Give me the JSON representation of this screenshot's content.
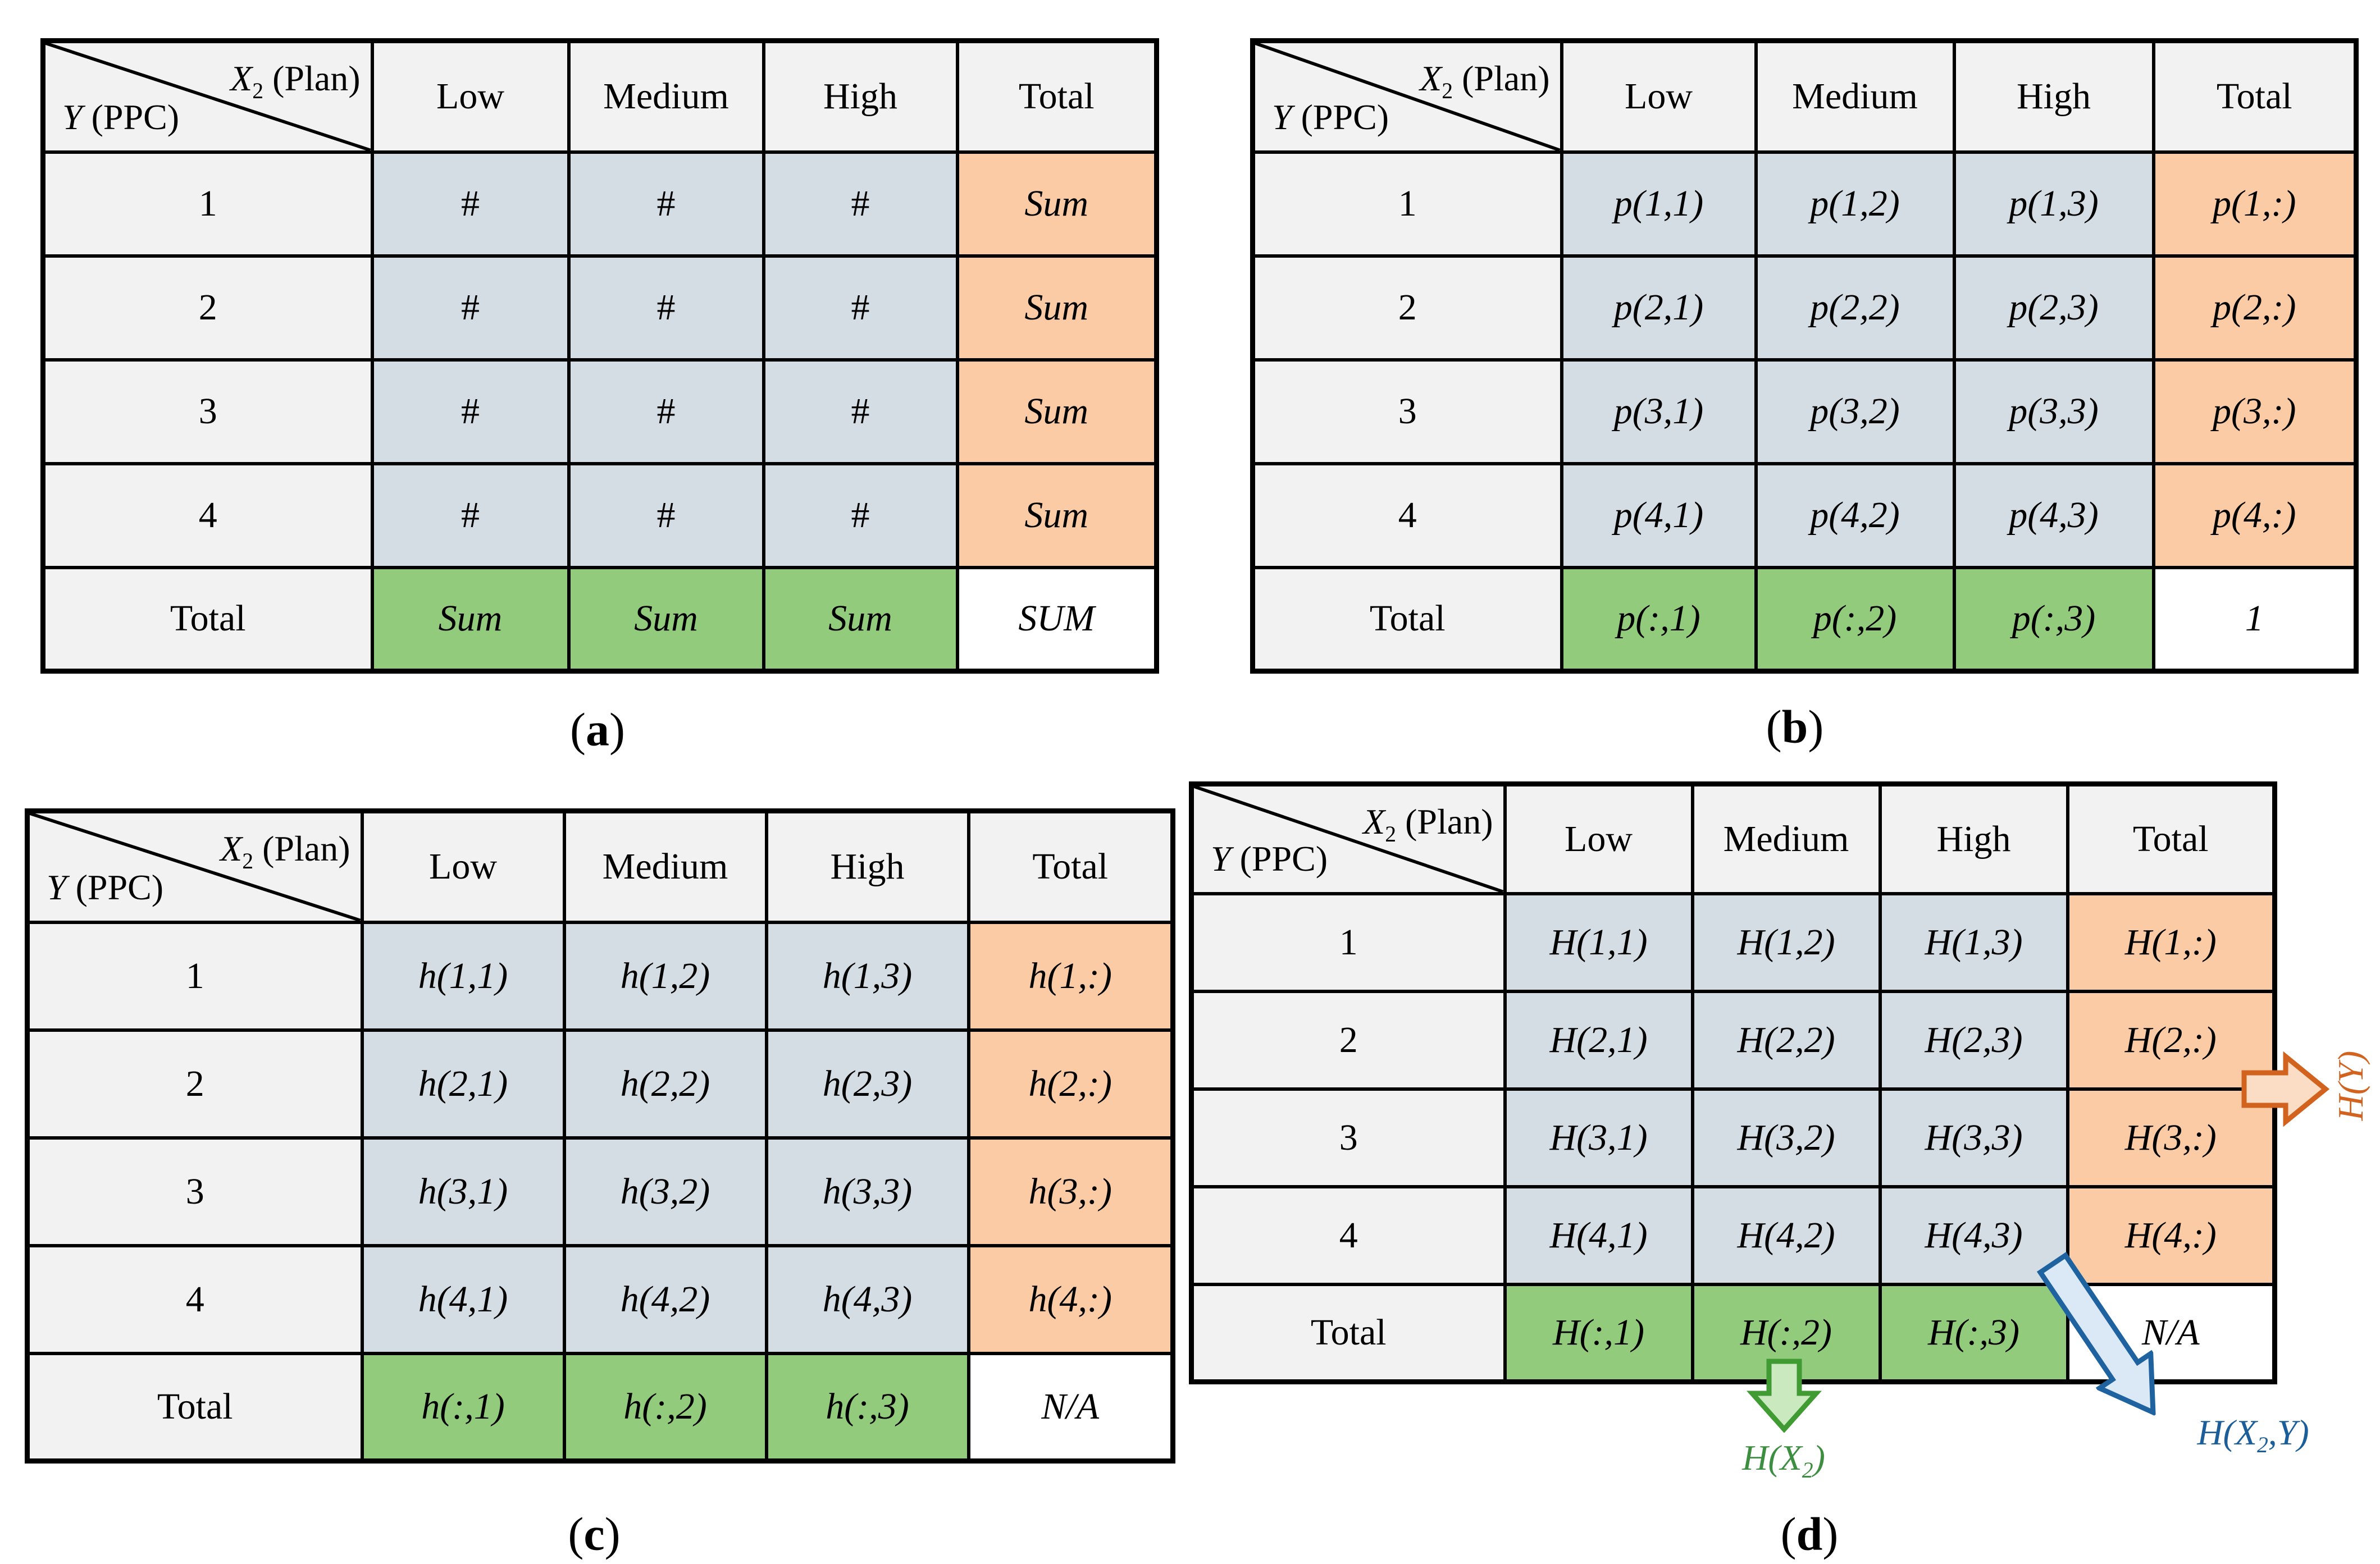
{
  "figure": {
    "captions": [
      {
        "open": "(",
        "letter": "a",
        "close": ")"
      },
      {
        "open": "(",
        "letter": "b",
        "close": ")"
      },
      {
        "open": "(",
        "letter": "c",
        "close": ")"
      },
      {
        "open": "(",
        "letter": "d",
        "close": ")"
      }
    ]
  },
  "colors": {
    "cell_blue": "#D5DDE4",
    "cell_orange": "#FACBA4",
    "cell_green": "#92CB7C",
    "cell_header": "#F2F2F2",
    "grid_line": "#000000",
    "arrow_orange_stroke": "#D2631F",
    "arrow_orange_fill": "#FBDCC5",
    "arrow_green_stroke": "#3F9B32",
    "arrow_green_fill": "#CBE9BE",
    "arrow_blue_stroke": "#1F62A0",
    "arrow_blue_fill": "#DBE8F5",
    "label_orange": "#D2631F",
    "label_green": "#3E8E41",
    "label_blue": "#1B5E99"
  },
  "tables": [
    {
      "id": "a",
      "corner": {
        "top_base": "X",
        "top_sub": "2",
        "top_rest": " (Plan)",
        "bottom_base": "Y",
        "bottom_rest": " (PPC)"
      },
      "columns": [
        "Low",
        "Medium",
        "High",
        "Total"
      ],
      "row_labels": [
        "1",
        "2",
        "3",
        "4",
        "Total"
      ],
      "cells": [
        [
          "#",
          "#",
          "#",
          "Sum"
        ],
        [
          "#",
          "#",
          "#",
          "Sum"
        ],
        [
          "#",
          "#",
          "#",
          "Sum"
        ],
        [
          "#",
          "#",
          "#",
          "Sum"
        ],
        [
          "Sum",
          "Sum",
          "Sum",
          "SUM"
        ]
      ]
    },
    {
      "id": "b",
      "corner": {
        "top_base": "X",
        "top_sub": "2",
        "top_rest": " (Plan)",
        "bottom_base": "Y",
        "bottom_rest": " (PPC)"
      },
      "columns": [
        "Low",
        "Medium",
        "High",
        "Total"
      ],
      "row_labels": [
        "1",
        "2",
        "3",
        "4",
        "Total"
      ],
      "cells": [
        [
          "p(1,1)",
          "p(1,2)",
          "p(1,3)",
          "p(1,:)"
        ],
        [
          "p(2,1)",
          "p(2,2)",
          "p(2,3)",
          "p(2,:)"
        ],
        [
          "p(3,1)",
          "p(3,2)",
          "p(3,3)",
          "p(3,:)"
        ],
        [
          "p(4,1)",
          "p(4,2)",
          "p(4,3)",
          "p(4,:)"
        ],
        [
          "p(:,1)",
          "p(:,2)",
          "p(:,3)",
          "1"
        ]
      ]
    },
    {
      "id": "c",
      "corner": {
        "top_base": "X",
        "top_sub": "2",
        "top_rest": " (Plan)",
        "bottom_base": "Y",
        "bottom_rest": " (PPC)"
      },
      "columns": [
        "Low",
        "Medium",
        "High",
        "Total"
      ],
      "row_labels": [
        "1",
        "2",
        "3",
        "4",
        "Total"
      ],
      "cells": [
        [
          "h(1,1)",
          "h(1,2)",
          "h(1,3)",
          "h(1,:)"
        ],
        [
          "h(2,1)",
          "h(2,2)",
          "h(2,3)",
          "h(2,:)"
        ],
        [
          "h(3,1)",
          "h(3,2)",
          "h(3,3)",
          "h(3,:)"
        ],
        [
          "h(4,1)",
          "h(4,2)",
          "h(4,3)",
          "h(4,:)"
        ],
        [
          "h(:,1)",
          "h(:,2)",
          "h(:,3)",
          "N/A"
        ]
      ]
    },
    {
      "id": "d",
      "corner": {
        "top_base": "X",
        "top_sub": "2",
        "top_rest": " (Plan)",
        "bottom_base": "Y",
        "bottom_rest": " (PPC)"
      },
      "columns": [
        "Low",
        "Medium",
        "High",
        "Total"
      ],
      "row_labels": [
        "1",
        "2",
        "3",
        "4",
        "Total"
      ],
      "cells": [
        [
          "H(1,1)",
          "H(1,2)",
          "H(1,3)",
          "H(1,:)"
        ],
        [
          "H(2,1)",
          "H(2,2)",
          "H(2,3)",
          "H(2,:)"
        ],
        [
          "H(3,1)",
          "H(3,2)",
          "H(3,3)",
          "H(3,:)"
        ],
        [
          "H(4,1)",
          "H(4,2)",
          "H(4,3)",
          "H(4,:)"
        ],
        [
          "H(:,1)",
          "H(:,2)",
          "H(:,3)",
          "N/A"
        ]
      ]
    }
  ],
  "annotations": {
    "right_arrow_label": "H(Y)",
    "down_arrow_label": {
      "prefix": "H(X",
      "sub": "2",
      "suffix": ")"
    },
    "diag_arrow_label": {
      "prefix": "H(X",
      "sub": "2",
      "suffix": ",Y)"
    }
  }
}
